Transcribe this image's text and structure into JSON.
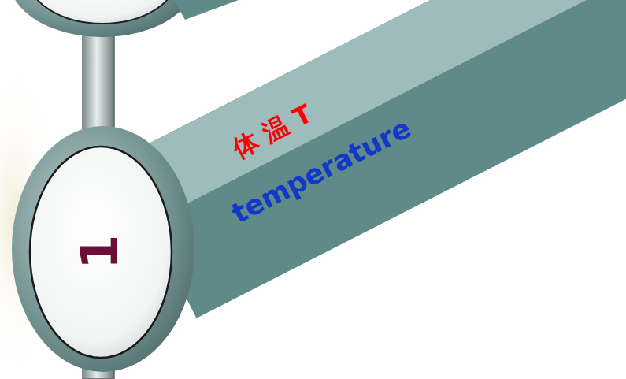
{
  "diagram": {
    "nodes": [
      {
        "text": [
          "1"
        ]
      },
      {
        "text": [
          "体 温 T",
          "temperature"
        ]
      }
    ]
  }
}
